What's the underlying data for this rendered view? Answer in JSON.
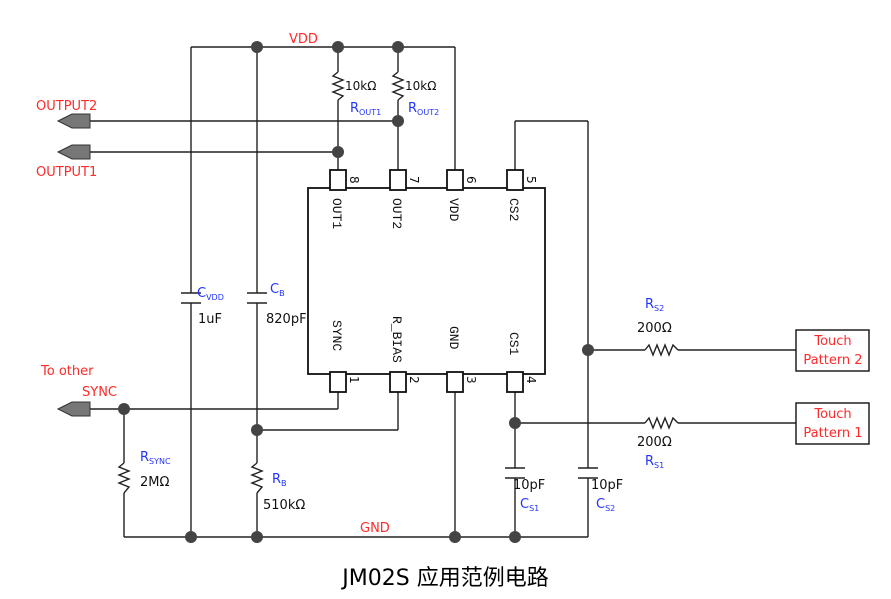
{
  "net_labels": {
    "vdd": "VDD",
    "gnd": "GND",
    "output2": "OUTPUT2",
    "output1": "OUTPUT1",
    "to_other": "To other",
    "sync": "SYNC"
  },
  "ic": {
    "pins": [
      {
        "num": "1",
        "label": "SYNC"
      },
      {
        "num": "2",
        "label": "R_BIAS"
      },
      {
        "num": "3",
        "label": "GND"
      },
      {
        "num": "4",
        "label": "CS1"
      },
      {
        "num": "5",
        "label": "CS2"
      },
      {
        "num": "6",
        "label": "VDD"
      },
      {
        "num": "7",
        "label": "OUT2"
      },
      {
        "num": "8",
        "label": "OUT1"
      }
    ]
  },
  "components": {
    "rout1": {
      "value": "10kΩ",
      "name": "R",
      "sub": "OUT1"
    },
    "rout2": {
      "value": "10kΩ",
      "name": "R",
      "sub": "OUT2"
    },
    "cvdd": {
      "name": "C",
      "sub": "VDD",
      "value": "1uF"
    },
    "cb": {
      "name": "C",
      "sub": "B",
      "value": "820pF"
    },
    "rsync": {
      "name": "R",
      "sub": "SYNC",
      "value": "2MΩ"
    },
    "rb": {
      "name": "R",
      "sub": "B",
      "value": "510kΩ"
    },
    "rs2": {
      "name": "R",
      "sub": "S2",
      "value": "200Ω"
    },
    "rs1": {
      "name": "R",
      "sub": "S1",
      "value": "200Ω"
    },
    "cs1": {
      "name": "C",
      "sub": "S1",
      "value": "10pF"
    },
    "cs2": {
      "name": "C",
      "sub": "S2",
      "value": "10pF"
    }
  },
  "touch_patterns": [
    {
      "line1": "Touch",
      "line2": "Pattern 2"
    },
    {
      "line1": "Touch",
      "line2": "Pattern 1"
    }
  ],
  "caption": "JM02S 应用范例电路",
  "colors": {
    "net_label": "#ff2a2a",
    "designator": "#2233ff",
    "wire": "#222222"
  }
}
